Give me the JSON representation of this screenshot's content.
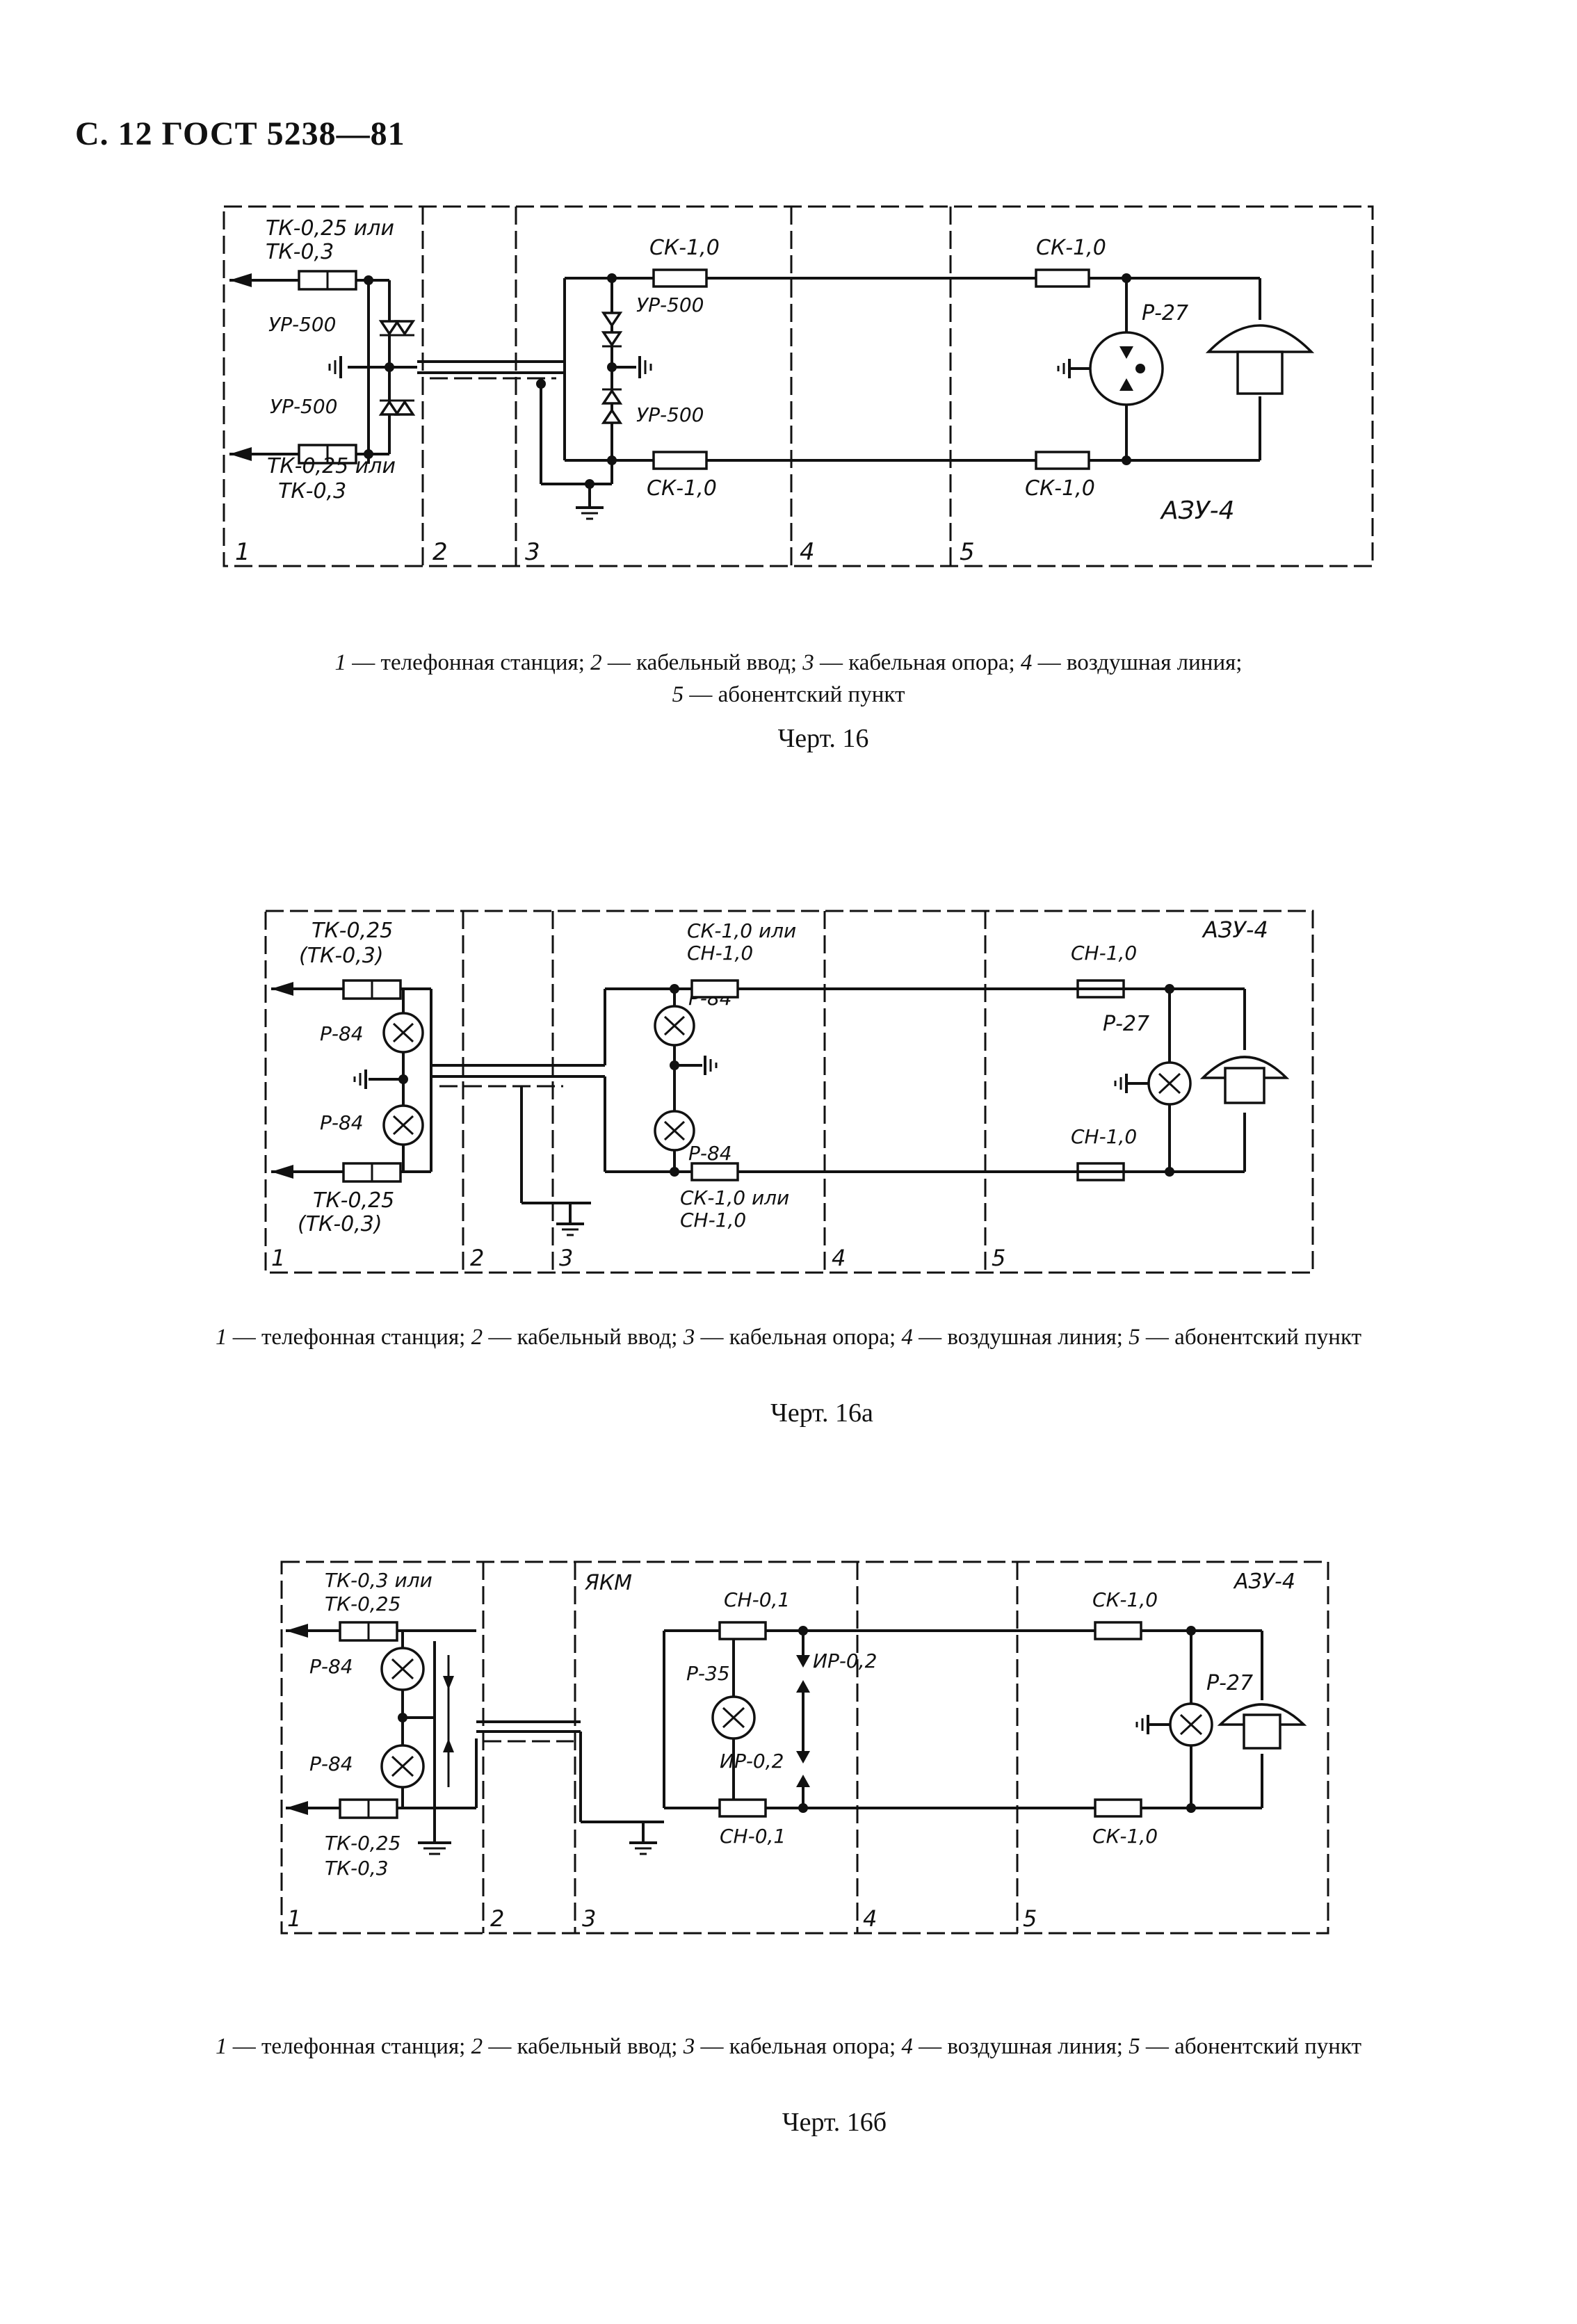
{
  "header": {
    "text": "С. 12 ГОСТ 5238—81"
  },
  "legend_items": [
    {
      "num": "1",
      "text": "телефонная станция"
    },
    {
      "num": "2",
      "text": "кабельный ввод"
    },
    {
      "num": "3",
      "text": "кабельная опора"
    },
    {
      "num": "4",
      "text": "воздушная линия"
    },
    {
      "num": "5",
      "text": "абонентский пункт"
    }
  ],
  "fig16": {
    "title": "Черт. 16",
    "labels": {
      "tk_top_1": "ТК-0,25 или",
      "tk_top_2": "ТК-0,3",
      "tk_bot_1": "ТК-0,25 или",
      "tk_bot_2": "ТК-0,3",
      "ur_1": "УР-500",
      "ur_2": "УР-500",
      "ur_3": "УР-500",
      "ur_4": "УР-500",
      "ck_1": "СК-1,0",
      "ck_2": "СК-1,0",
      "ck_3": "СК-1,0",
      "ck_4": "СК-1,0",
      "r27": "Р-27",
      "azu": "АЗУ-4"
    },
    "zones": [
      "1",
      "2",
      "3",
      "4",
      "5"
    ]
  },
  "fig16a": {
    "title": "Черт. 16а",
    "labels": {
      "tk_top_1": "ТК-0,25",
      "tk_top_2": "(ТК-0,3)",
      "tk_bot_1": "ТК-0,25",
      "tk_bot_2": "(ТК-0,3)",
      "r84_1": "Р-84",
      "r84_2": "Р-84",
      "r84_3": "Р-84",
      "r84_4": "Р-84",
      "ck_top_1": "СК-1,0 или",
      "ck_top_2": "СН-1,0",
      "ck_bot_1": "СК-1,0 или",
      "ck_bot_2": "СН-1,0",
      "cn_1": "СН-1,0",
      "cn_2": "СН-1,0",
      "r27": "Р-27",
      "azu": "АЗУ-4"
    },
    "zones": [
      "1",
      "2",
      "3",
      "4",
      "5"
    ]
  },
  "fig16b": {
    "title": "Черт. 16б",
    "labels": {
      "tk_top_1": "ТК-0,3 или",
      "tk_top_2": "ТК-0,25",
      "tk_bot_1": "ТК-0,25",
      "tk_bot_2": "ТК-0,3",
      "r84_1": "Р-84",
      "r84_2": "Р-84",
      "ykm": "ЯКМ",
      "cn01_1": "СН-0,1",
      "cn01_2": "СН-0,1",
      "r35": "Р-35",
      "ir_1": "ИР-0,2",
      "ir_2": "ИР-0,2",
      "ck_1": "СК-1,0",
      "ck_2": "СК-1,0",
      "r27": "Р-27",
      "azu": "АЗУ-4"
    },
    "zones": [
      "1",
      "2",
      "3",
      "4",
      "5"
    ]
  }
}
